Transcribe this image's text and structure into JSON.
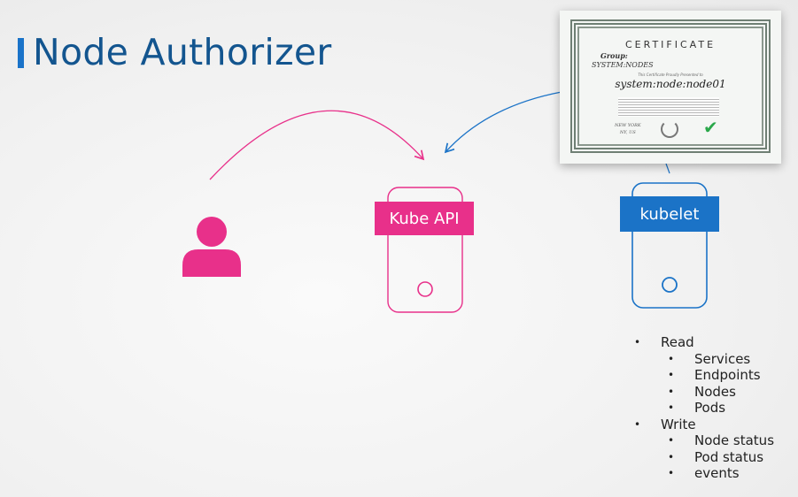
{
  "title": "Node Authorizer",
  "kube_api": {
    "label": "Kube API",
    "color": "#e8308a"
  },
  "kubelet": {
    "label": "kubelet",
    "color": "#1b73c7"
  },
  "certificate": {
    "heading": "CERTIFICATE",
    "group_label": "Group:",
    "group_value": "SYSTEM:NODES",
    "presented_text": "This Certificate Proudly Presented to",
    "subject": "system:node:node01",
    "location_line1": "NEW YORK",
    "location_line2": "NY, US"
  },
  "permissions": [
    {
      "text": "Read",
      "level": 0
    },
    {
      "text": "Services",
      "level": 1
    },
    {
      "text": "Endpoints",
      "level": 1
    },
    {
      "text": "Nodes",
      "level": 1
    },
    {
      "text": "Pods",
      "level": 1
    },
    {
      "text": "Write",
      "level": 0
    },
    {
      "text": "Node status",
      "level": 1
    },
    {
      "text": "Pod status",
      "level": 1
    },
    {
      "text": "events",
      "level": 1
    }
  ],
  "bullet": "•"
}
